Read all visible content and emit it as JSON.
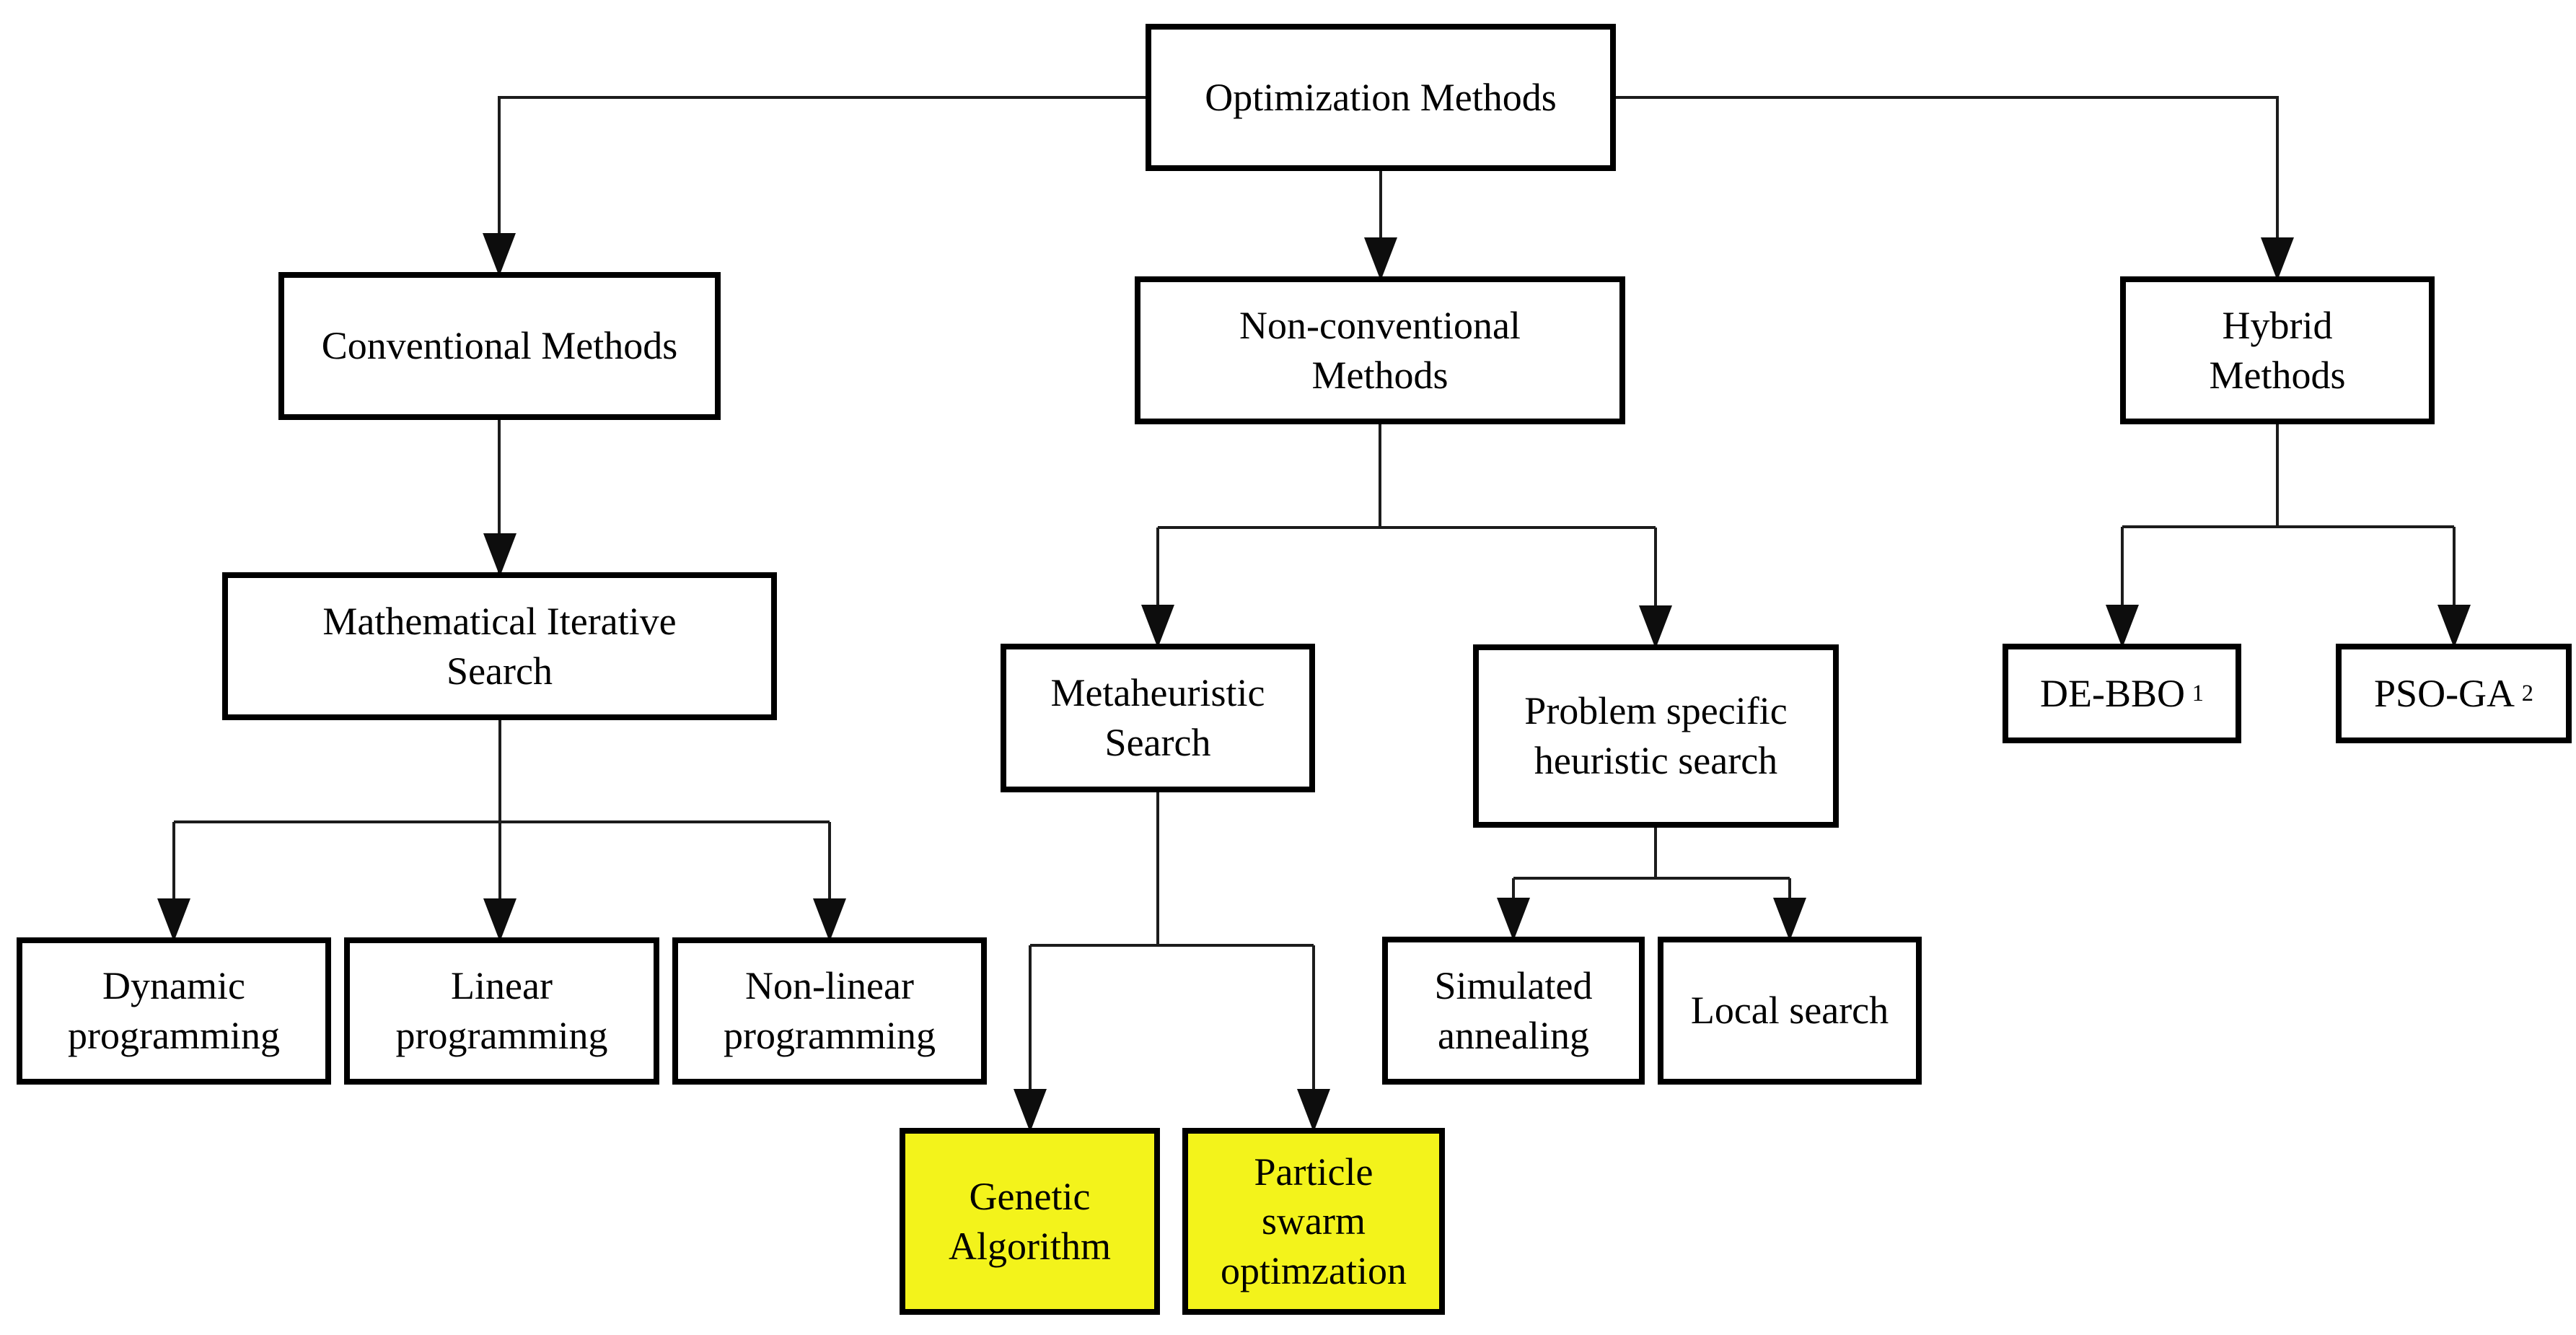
{
  "figure": {
    "background": "#ffffff",
    "box_border_color": "#000000",
    "connector_color": "#1c1c1c",
    "highlight_color": "#F3F31B",
    "nodes": {
      "optimization": {
        "label": "Optimization Methods"
      },
      "conventional": {
        "label": "Conventional Methods"
      },
      "nonconventional": {
        "label": "Non-conventional\nMethods"
      },
      "hybrid": {
        "label": "Hybrid\nMethods"
      },
      "mathematical": {
        "label": "Mathematical Iterative\nSearch"
      },
      "metaheuristic": {
        "label": "Metaheuristic\nSearch"
      },
      "problem_specific": {
        "label": "Problem specific\nheuristic search"
      },
      "dynamic": {
        "label": "Dynamic\nprogramming"
      },
      "linear": {
        "label": "Linear\nprogramming"
      },
      "nonlinear": {
        "label": "Non-linear\nprogramming"
      },
      "simulated": {
        "label": "Simulated\nannealing"
      },
      "local": {
        "label": "Local search"
      },
      "genetic": {
        "label": "Genetic\nAlgorithm",
        "highlighted": true
      },
      "particle": {
        "label": "Particle\nswarm\noptimzation",
        "highlighted": true
      },
      "debbo": {
        "label": "DE-BBO",
        "superscript": "1"
      },
      "psoga": {
        "label": "PSO-GA",
        "superscript": "2"
      }
    },
    "edges": [
      {
        "from": "optimization",
        "to": "conventional"
      },
      {
        "from": "optimization",
        "to": "nonconventional"
      },
      {
        "from": "optimization",
        "to": "hybrid"
      },
      {
        "from": "conventional",
        "to": "mathematical"
      },
      {
        "from": "mathematical",
        "to": "dynamic"
      },
      {
        "from": "mathematical",
        "to": "linear"
      },
      {
        "from": "mathematical",
        "to": "nonlinear"
      },
      {
        "from": "nonconventional",
        "to": "metaheuristic"
      },
      {
        "from": "nonconventional",
        "to": "problem_specific"
      },
      {
        "from": "metaheuristic",
        "to": "genetic"
      },
      {
        "from": "metaheuristic",
        "to": "particle"
      },
      {
        "from": "problem_specific",
        "to": "simulated"
      },
      {
        "from": "problem_specific",
        "to": "local"
      },
      {
        "from": "hybrid",
        "to": "debbo"
      },
      {
        "from": "hybrid",
        "to": "psoga"
      }
    ]
  }
}
